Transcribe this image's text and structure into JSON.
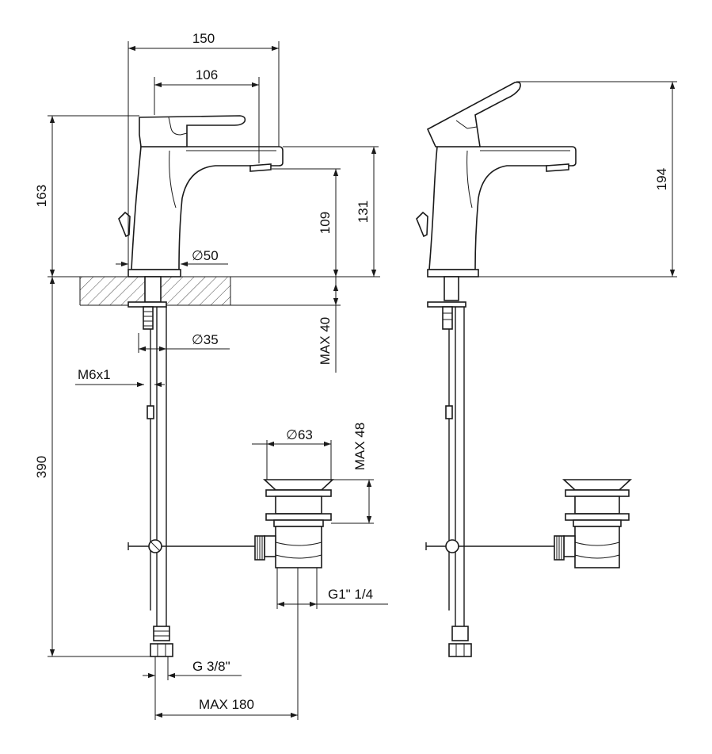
{
  "dimensions": {
    "width_150": "150",
    "width_106": "106",
    "height_163": "163",
    "height_109": "109",
    "height_131": "131",
    "diameter_50": "∅50",
    "max_40": "MAX 40",
    "diameter_35": "∅35",
    "thread_m6x1": "M6x1",
    "height_390": "390",
    "diameter_63": "∅63",
    "max_48": "MAX 48",
    "waste_thread": "G1\" 1/4",
    "hose_thread": "G 3/8\"",
    "max_180": "MAX 180",
    "height_194": "194"
  },
  "colors": {
    "line": "#1a1a1a",
    "background": "#ffffff"
  }
}
